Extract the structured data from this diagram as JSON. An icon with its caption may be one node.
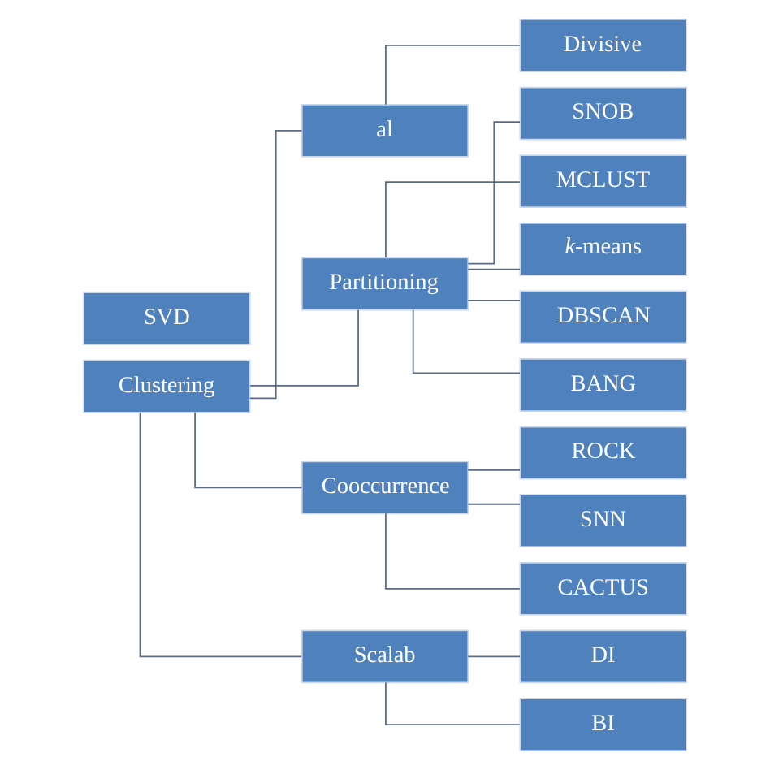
{
  "diagram": {
    "nodes": [
      {
        "text": [
          "Clustering"
        ]
      },
      {
        "text": [
          "al"
        ]
      },
      {
        "text": [
          "Partitioning"
        ]
      },
      {
        "text": [
          "Cooccurrence"
        ]
      },
      {
        "text": [
          "Scalab"
        ]
      },
      {
        "text": [
          "Divisive"
        ]
      },
      {
        "text": [
          "SVD"
        ]
      },
      {
        "text": [
          "SNOB"
        ]
      },
      {
        "text": [
          "ROCK"
        ]
      },
      {
        "text": [
          "DI"
        ]
      },
      {
        "text": [
          "MCLUST"
        ]
      },
      {
        "text": [
          "SNN"
        ]
      },
      {
        "text": [
          "BI"
        ]
      },
      {
        "text": [
          "*k*-means"
        ]
      },
      {
        "text": [
          "CACTUS"
        ]
      },
      {
        "text": [
          "DBSCAN"
        ]
      },
      {
        "text": [
          "BANG"
        ]
      }
    ],
    "edges": [
      {
        "from": 0,
        "to": 1,
        "arrow": "none"
      },
      {
        "from": 0,
        "to": 2,
        "arrow": "none"
      },
      {
        "from": 0,
        "to": 3,
        "arrow": "none"
      },
      {
        "from": 0,
        "to": 4,
        "arrow": "none"
      },
      {
        "from": 1,
        "to": 5,
        "arrow": "none"
      },
      {
        "from": 2,
        "to": 7,
        "arrow": "none"
      },
      {
        "from": 2,
        "to": 10,
        "arrow": "none"
      },
      {
        "from": 2,
        "to": 13,
        "arrow": "none"
      },
      {
        "from": 2,
        "to": 15,
        "arrow": "none"
      },
      {
        "from": 2,
        "to": 16,
        "arrow": "none"
      },
      {
        "from": 3,
        "to": 8,
        "arrow": "none"
      },
      {
        "from": 3,
        "to": 11,
        "arrow": "none"
      },
      {
        "from": 3,
        "to": 14,
        "arrow": "none"
      },
      {
        "from": 4,
        "to": 9,
        "arrow": "none"
      },
      {
        "from": 4,
        "to": 12,
        "arrow": "none"
      }
    ]
  }
}
